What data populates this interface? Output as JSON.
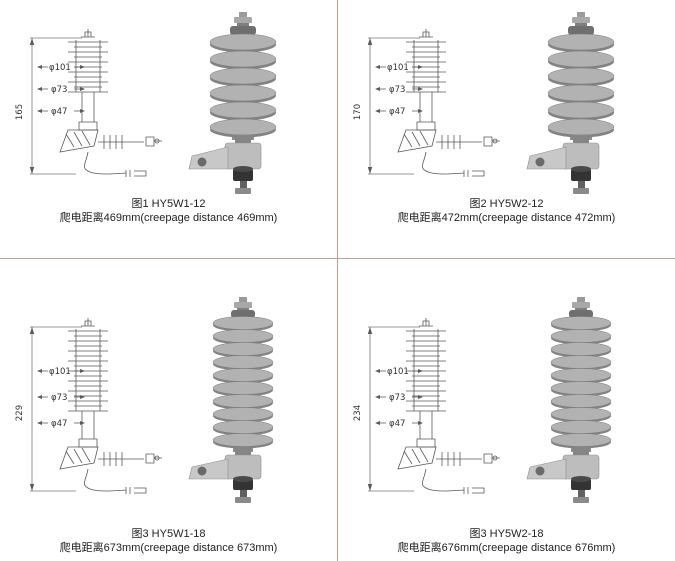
{
  "page": {
    "background": "#ffffff"
  },
  "colors": {
    "divider": "#c79b94",
    "drawing_stroke": "#5a5a5a",
    "photo_gray": "#a6a6a6"
  },
  "figures": [
    {
      "title": "图1 HY5W1-12",
      "creepage": "爬电距离469mm(creepage distance 469mm)",
      "height": "165",
      "dims": [
        "φ101",
        "φ73",
        "φ47"
      ]
    },
    {
      "title": "图2 HY5W2-12",
      "creepage": "爬电距离472mm(creepage distance 472mm)",
      "height": "170",
      "dims": [
        "φ101",
        "φ73",
        "φ47"
      ]
    },
    {
      "title": "图3 HY5W1-18",
      "creepage": "爬电距离673mm(creepage distance 673mm)",
      "height": "229",
      "dims": [
        "φ101",
        "φ73",
        "φ47"
      ]
    },
    {
      "title": "图3 HY5W2-18",
      "creepage": "爬电距离676mm(creepage distance 676mm)",
      "height": "234",
      "dims": [
        "φ101",
        "φ73",
        "φ47"
      ]
    }
  ]
}
